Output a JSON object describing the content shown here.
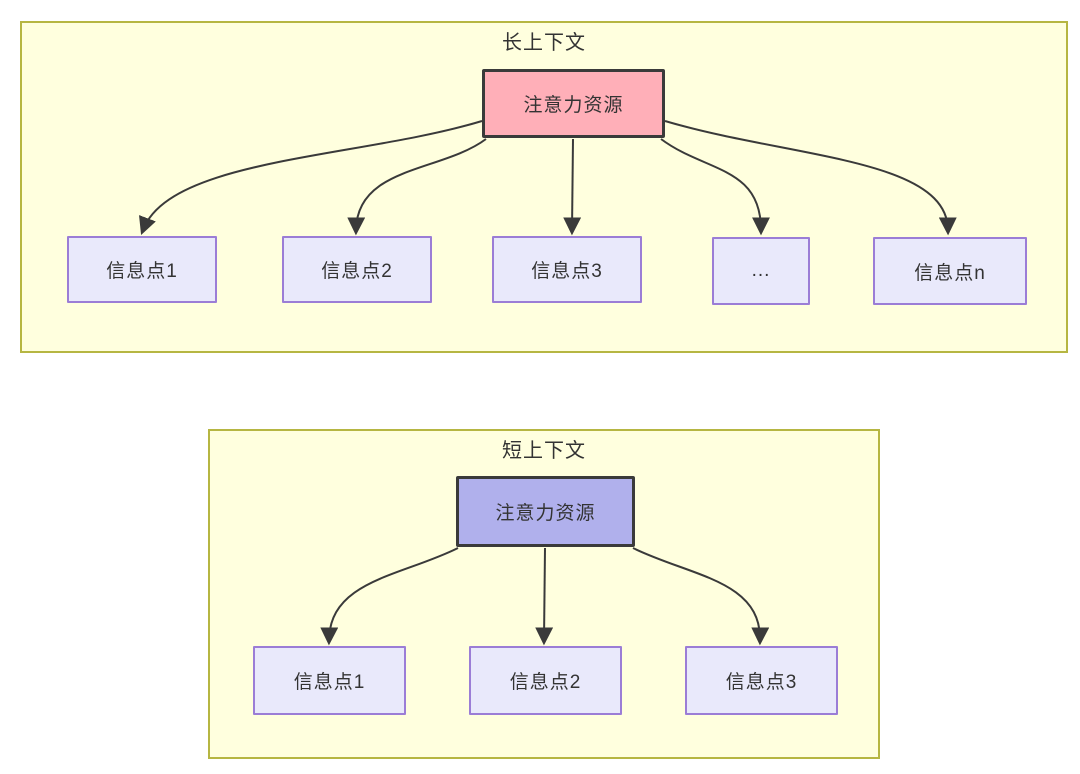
{
  "sections": [
    {
      "title": "长上下文",
      "source_label": "注意力资源",
      "targets": [
        "信息点1",
        "信息点2",
        "信息点3",
        "...",
        "信息点n"
      ]
    },
    {
      "title": "短上下文",
      "source_label": "注意力资源",
      "targets": [
        "信息点1",
        "信息点2",
        "信息点3"
      ]
    }
  ],
  "colors": {
    "container_fill": "#ffffde",
    "container_border": "#b6b642",
    "target_fill": "#e9e9fb",
    "target_border": "#9b7dd6",
    "long_source_fill": "#ffafb8",
    "short_source_fill": "#b0b0ec",
    "source_border": "#3a3a3a",
    "arrow_color": "#3a3a3a",
    "text_color": "#333333"
  }
}
